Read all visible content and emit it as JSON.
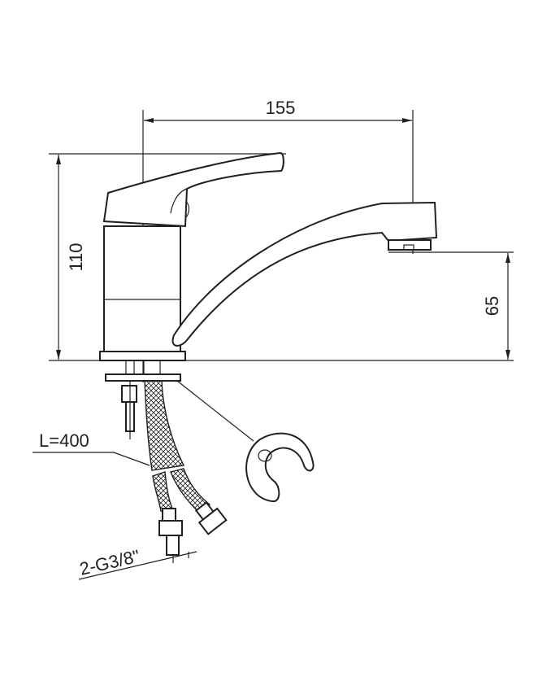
{
  "dimensions": {
    "spout_reach": "155",
    "total_height": "110",
    "spout_height": "65",
    "hose_length": "L=400",
    "hose_thread": "2-G3/8\""
  },
  "colors": {
    "line": "#231f20",
    "background": "#ffffff"
  }
}
